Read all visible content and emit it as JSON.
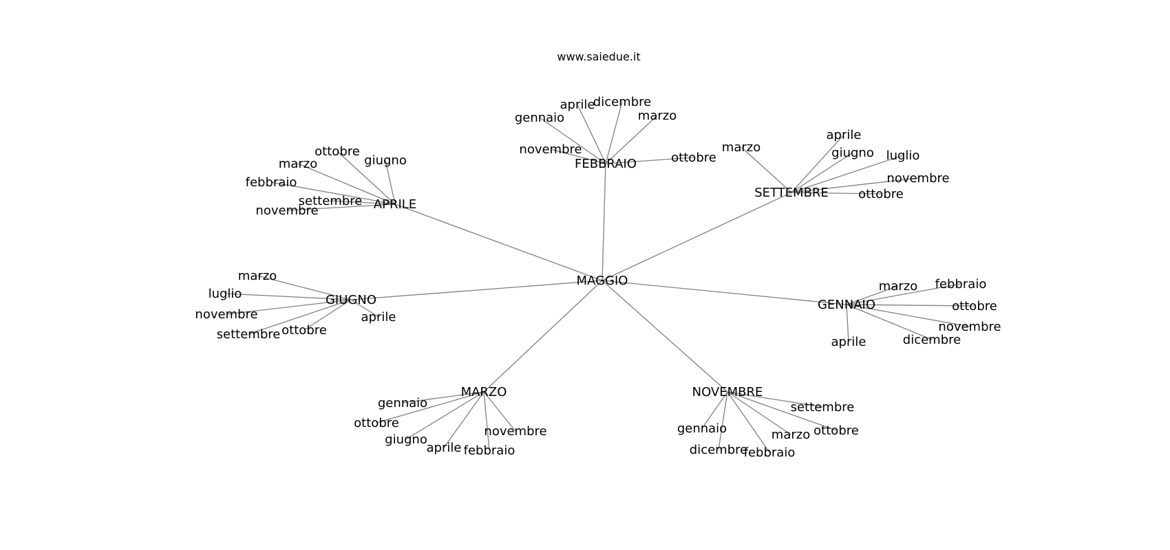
{
  "header": {
    "title": "www.saiedue.it"
  },
  "tree": {
    "root": "MAGGIO",
    "hubs": [
      {
        "id": "FEBBRAIO",
        "label": "FEBBRAIO",
        "leaves": [
          "gennaio",
          "aprile",
          "dicembre",
          "marzo",
          "novembre",
          "ottobre"
        ]
      },
      {
        "id": "APRILE",
        "label": "APRILE",
        "leaves": [
          "ottobre",
          "giugno",
          "marzo",
          "febbraio",
          "settembre",
          "novembre"
        ]
      },
      {
        "id": "SETTEMBRE",
        "label": "SETTEMBRE",
        "leaves": [
          "marzo",
          "aprile",
          "giugno",
          "luglio",
          "novembre",
          "ottobre"
        ]
      },
      {
        "id": "GIUGNO",
        "label": "GIUGNO",
        "leaves": [
          "marzo",
          "luglio",
          "novembre",
          "settembre",
          "ottobre",
          "aprile"
        ]
      },
      {
        "id": "GENNAIO",
        "label": "GENNAIO",
        "leaves": [
          "marzo",
          "febbraio",
          "ottobre",
          "novembre",
          "dicembre",
          "aprile"
        ]
      },
      {
        "id": "MARZO",
        "label": "MARZO",
        "leaves": [
          "gennaio",
          "ottobre",
          "giugno",
          "aprile",
          "febbraio",
          "novembre"
        ]
      },
      {
        "id": "NOVEMBRE",
        "label": "NOVEMBRE",
        "leaves": [
          "settembre",
          "ottobre",
          "marzo",
          "febbraio",
          "dicembre",
          "gennaio"
        ]
      }
    ]
  },
  "colors": {
    "edge": "#808080",
    "text": "#000000",
    "background": "#ffffff"
  }
}
